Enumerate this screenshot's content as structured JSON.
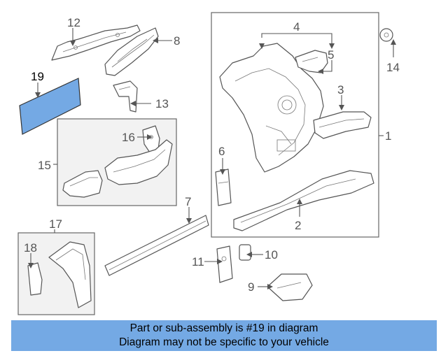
{
  "callouts": {
    "c1": "1",
    "c2": "2",
    "c3": "3",
    "c4": "4",
    "c5": "5",
    "c6": "6",
    "c7": "7",
    "c8": "8",
    "c9": "9",
    "c10": "10",
    "c11": "11",
    "c12": "12",
    "c13": "13",
    "c14": "14",
    "c15": "15",
    "c16": "16",
    "c17": "17",
    "c18": "18",
    "c19": "19"
  },
  "banner": {
    "line1": "Part or sub-assembly is #19 in diagram",
    "line2": "Diagram may not be specific to your vehicle"
  },
  "colors": {
    "highlight": "#74a9e4",
    "line": "#555555",
    "group_background": "#f2f2f2"
  }
}
